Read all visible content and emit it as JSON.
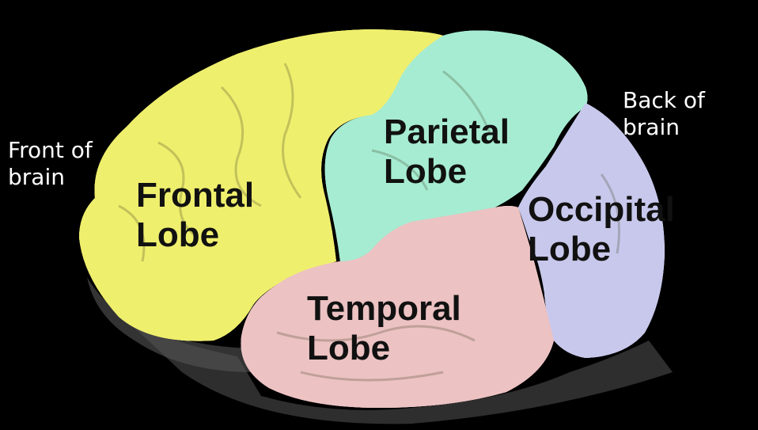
{
  "side_labels": {
    "front": [
      "Front of",
      "brain"
    ],
    "back": [
      "Back of",
      "brain"
    ]
  },
  "lobes": {
    "frontal": {
      "lines": [
        "Frontal",
        "Lobe"
      ],
      "color": "#efef6e"
    },
    "parietal": {
      "lines": [
        "Parietal",
        "Lobe"
      ],
      "color": "#a6ecd2"
    },
    "occipital": {
      "lines": [
        "Occipital",
        "Lobe"
      ],
      "color": "#c8c8ec"
    },
    "temporal": {
      "lines": [
        "Temporal",
        "Lobe"
      ],
      "color": "#ecc2c2"
    }
  },
  "colors": {
    "background": "#000000",
    "label_text": "#111111",
    "side_text": "#ffffff"
  }
}
